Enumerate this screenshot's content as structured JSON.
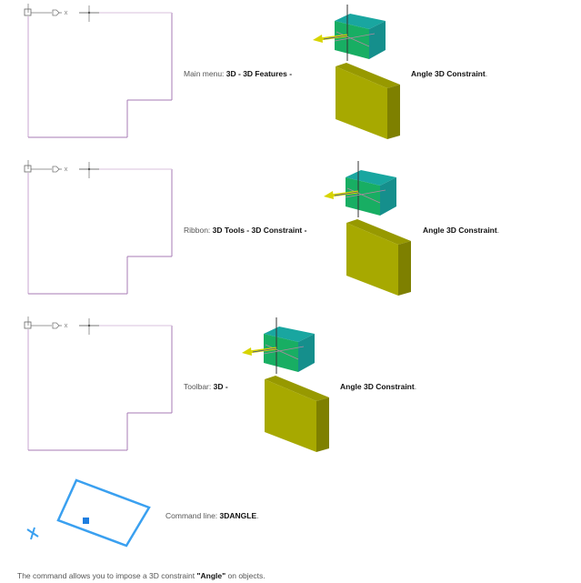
{
  "sections": [
    {
      "prefix": "Main menu: ",
      "path": "3D - 3D Features -",
      "target": "Angle 3D Constraint",
      "suffix": "."
    },
    {
      "prefix": "Ribbon: ",
      "path": "3D Tools - 3D Constraint -",
      "target": "Angle 3D Constraint",
      "suffix": "."
    },
    {
      "prefix": "Toolbar: ",
      "path": "3D -",
      "target": "Angle 3D Constraint",
      "suffix": "."
    }
  ],
  "command_line": {
    "prefix": "Command line: ",
    "command": "3DANGLE",
    "suffix": "."
  },
  "description": {
    "before": "The command allows you to impose a 3D constraint ",
    "keyword": "\"Angle\"",
    "after": " on objects."
  },
  "icons": {
    "outline": "l-shaped-room-outline",
    "boxes": "3d-angle-constraint-boxes",
    "command": "angle-constraint-rectangle"
  },
  "colors": {
    "outline": "#b48cc0",
    "teal_top": "#19a6a0",
    "teal_side": "#158f8c",
    "green_front": "#15b060",
    "olive_front": "#a7a900",
    "olive_side": "#7e8000",
    "olive_top": "#979900",
    "arrow": "#d7d400",
    "blue": "#3aa0f0"
  }
}
